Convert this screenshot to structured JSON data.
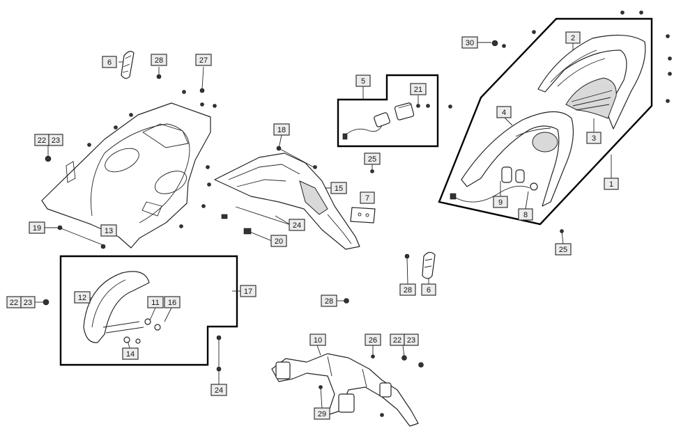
{
  "diagram": {
    "callouts": [
      {
        "id": "c6a",
        "label": "6"
      },
      {
        "id": "c28a",
        "label": "28"
      },
      {
        "id": "c27",
        "label": "27"
      },
      {
        "id": "c22a",
        "label": "22"
      },
      {
        "id": "c23a",
        "label": "23"
      },
      {
        "id": "c19",
        "label": "19"
      },
      {
        "id": "c13",
        "label": "13"
      },
      {
        "id": "c5",
        "label": "5"
      },
      {
        "id": "c21",
        "label": "21"
      },
      {
        "id": "c18",
        "label": "18"
      },
      {
        "id": "c25a",
        "label": "25"
      },
      {
        "id": "c15",
        "label": "15"
      },
      {
        "id": "c7",
        "label": "7"
      },
      {
        "id": "c24a",
        "label": "24"
      },
      {
        "id": "c20",
        "label": "20"
      },
      {
        "id": "c30",
        "label": "30"
      },
      {
        "id": "c2",
        "label": "2"
      },
      {
        "id": "c4",
        "label": "4"
      },
      {
        "id": "c3",
        "label": "3"
      },
      {
        "id": "c1",
        "label": "1"
      },
      {
        "id": "c9",
        "label": "9"
      },
      {
        "id": "c8",
        "label": "8"
      },
      {
        "id": "c25b",
        "label": "25"
      },
      {
        "id": "c28b",
        "label": "28"
      },
      {
        "id": "c6b",
        "label": "6"
      },
      {
        "id": "c17",
        "label": "17"
      },
      {
        "id": "c22b",
        "label": "22"
      },
      {
        "id": "c23b",
        "label": "23"
      },
      {
        "id": "c12",
        "label": "12"
      },
      {
        "id": "c11",
        "label": "11"
      },
      {
        "id": "c16",
        "label": "16"
      },
      {
        "id": "c14",
        "label": "14"
      },
      {
        "id": "c24b",
        "label": "24"
      },
      {
        "id": "c28c",
        "label": "28"
      },
      {
        "id": "c10",
        "label": "10"
      },
      {
        "id": "c26",
        "label": "26"
      },
      {
        "id": "c22c",
        "label": "22"
      },
      {
        "id": "c23c",
        "label": "23"
      },
      {
        "id": "c29",
        "label": "29"
      }
    ]
  }
}
